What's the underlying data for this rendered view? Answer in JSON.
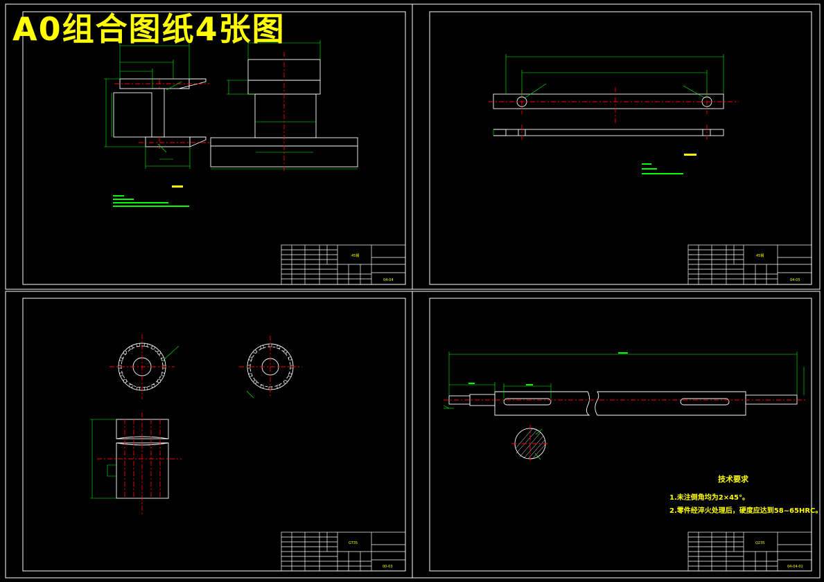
{
  "banner": "A0组合图纸4张图",
  "colors": {
    "background": "#000000",
    "frame": "#ffffff",
    "dimension": "#00ff00",
    "centerline": "#ff0000",
    "annotation": "#ffff00"
  },
  "sheets": [
    {
      "id": "sheet-1",
      "drawing_no": "04-04",
      "material": "45钢"
    },
    {
      "id": "sheet-2",
      "drawing_no": "04-05",
      "material": "45钢"
    },
    {
      "id": "sheet-3",
      "drawing_no": "00-03",
      "material": "GT35"
    },
    {
      "id": "sheet-4",
      "drawing_no": "04-04-01",
      "material": "Q235"
    }
  ],
  "sheet4": {
    "tech_title": "技术要求",
    "tech_notes": [
      "1.未注倒角均为2×45°。",
      "2.零件经淬火处理后，硬度应达到58~65HRC。"
    ]
  }
}
